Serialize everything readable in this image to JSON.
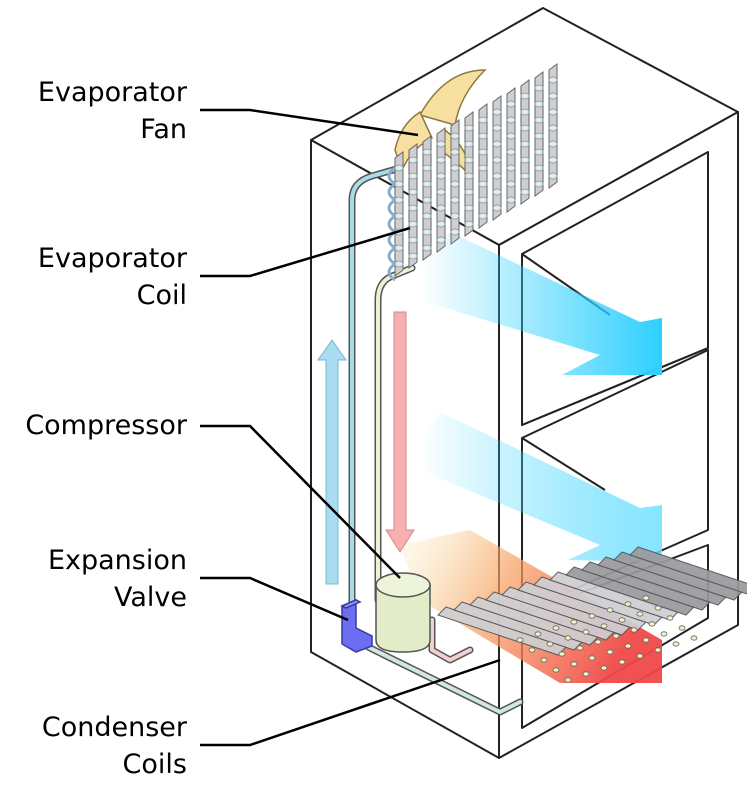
{
  "labels": {
    "evaporator_fan": [
      "Evaporator",
      "Fan"
    ],
    "evaporator_coil": [
      "Evaporator",
      "Coil"
    ],
    "compressor": [
      "Compressor"
    ],
    "expansion_valve": [
      "Expansion",
      "Valve"
    ],
    "condenser_coils": [
      "Condenser",
      "Coils"
    ]
  },
  "colors": {
    "outline": "#222222",
    "cold_air": "#2ed0ff",
    "warm_air": "#f04848",
    "coil_fill": "#cfcfd3",
    "tube_cold": "#a8dce8",
    "tube_hot": "#f2b8b8",
    "compressor_fill": "#e3ecc8",
    "valve_fill": "#6b6ef0",
    "fan_fill": "#f7dfa0"
  }
}
